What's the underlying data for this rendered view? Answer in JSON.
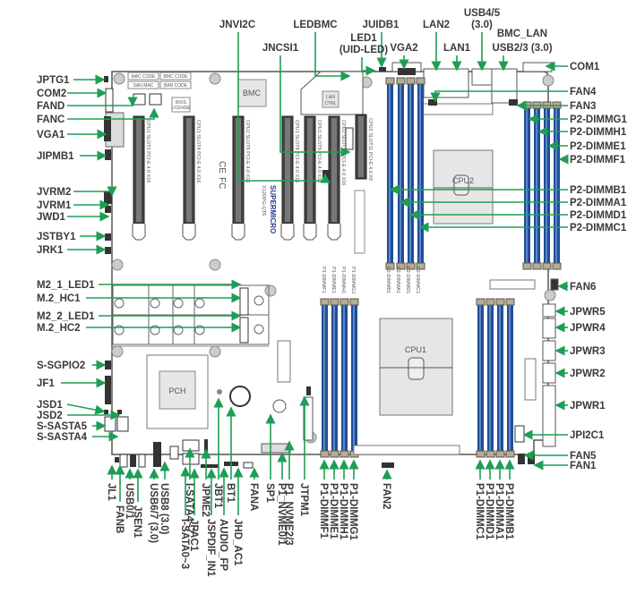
{
  "board": {
    "chips": {
      "bmc": "BMC",
      "lan_ctrl_1": "LAN",
      "lan_ctrl_2": "CTRL",
      "cpu1": "CPU1",
      "cpu2": "CPU2",
      "pch": "PCH"
    },
    "stickers": [
      "MAC CODE",
      "BMC CODE",
      "SAN MAC",
      "BAR CODE"
    ],
    "bios_license": [
      "BIOS",
      "LICENSE"
    ],
    "brand": "SUPERMICRO",
    "model": "X12DPG-QT6",
    "cert_ce": "CE",
    "cert_fc": "FC",
    "pcie_slots": [
      "CPU1 SLOT2 PCI-E 4.0 X16",
      "CPU1 SLOT4 PCI-E 4.0 X16",
      "CPU2 SLOT6 PCI-E 4.0 X16",
      "CPU1 SLOT8 PCI-E 4.0 X16",
      "CPU1 SLOT9 PCI-E 4.0 X16",
      "CPU2 SLOT10 PCI-E 4.0 X16",
      "CPU2 SLOT11 PCI-E 4.0 X8"
    ],
    "p1_dimm_silk": [
      "P1-DIMMF1",
      "P1-DIMME1",
      "P1-DIMMH1",
      "P1-DIMMG1"
    ],
    "p2_dimm_silk": [
      "P2-DIMMB1",
      "P2-DIMMA1",
      "P2-DIMMD1",
      "P2-DIMMC1"
    ]
  },
  "labels_left": [
    "JPTG1",
    "COM2",
    "FAND",
    "FANC",
    "VGA1",
    "JIPMB1",
    "JVRM2",
    "JVRM1",
    "JWD1",
    "JSTBY1",
    "JRK1",
    "M2_1_LED1",
    "M.2_HC1",
    "M2_2_LED1",
    "M.2_HC2",
    "S-SGPIO2",
    "JF1",
    "JSD1",
    "JSD2",
    "S-SASTA5",
    "S-SASTA4"
  ],
  "labels_top": [
    "JNVI2C",
    "LEDBMC",
    "JNCSI1",
    "JUIDB1",
    "LED1",
    "(UID-LED)",
    "VGA2",
    "LAN2",
    "LAN1",
    "USB4/5",
    "(3.0)",
    "BMC_LAN",
    "USB2/3 (3.0)"
  ],
  "labels_right": [
    "COM1",
    "FAN4",
    "FAN3",
    "P2-DIMMG1",
    "P2-DIMMH1",
    "P2-DIMME1",
    "P2-DIMMF1",
    "P2-DIMMB1",
    "P2-DIMMA1",
    "P2-DIMMD1",
    "P2-DIMMC1",
    "FAN6",
    "JPWR5",
    "JPWR4",
    "JPWR3",
    "JPWR2",
    "JPWR1",
    "JPI2C1",
    "FAN5",
    "FAN1"
  ],
  "labels_bottom": [
    "JL1",
    "FANB",
    "USB0/1",
    "JSEN1",
    "USB6/7 (3.0)",
    "USB8 (3.0)",
    "I-SATA0~3",
    "I-SATA4~7",
    "JPAC1",
    "JPME2",
    "JSPDIF_IN1",
    "JBT1",
    "AUDIO_FP",
    "BT1",
    "JHD_AC1",
    "FANA",
    "SP1",
    "P1_NVME0/1",
    "P1_NVME2/3",
    "JTPM1",
    "P1-DIMMF1",
    "P1-DIMME1",
    "P1-DIMMH1",
    "P1-DIMMG1",
    "FAN2",
    "P1-DIMMC1",
    "P1-DIMMD1",
    "P1-DIMMA1",
    "P1-DIMMB1"
  ],
  "colors": {
    "arrow": "#1e9e54",
    "dimm": "#1f4e96",
    "dimm_light": "#5b87c6",
    "board_outline": "#555555"
  }
}
